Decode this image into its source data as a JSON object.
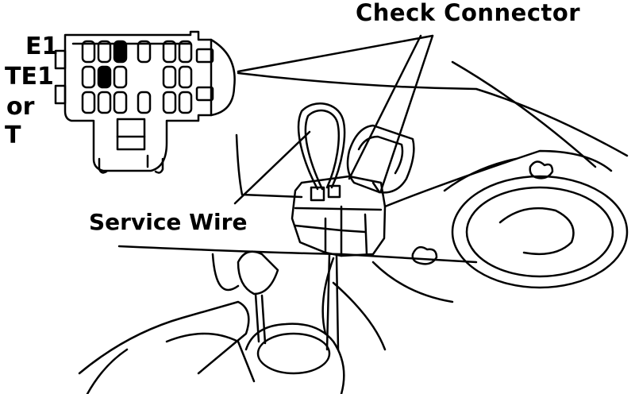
{
  "labels": {
    "check_connector": "Check Connector",
    "service_wire": "Service Wire",
    "e1": "E1",
    "te1": "TE1",
    "or": "or",
    "t": "T"
  }
}
